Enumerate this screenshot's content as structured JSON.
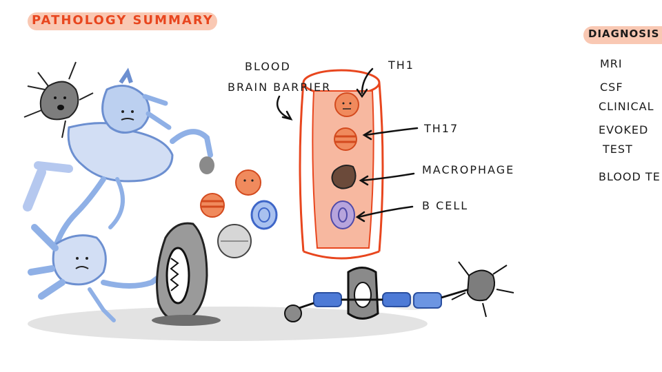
{
  "title": "PATHOLOGY SUMMARY",
  "barrier_label_line1": "BLOOD",
  "barrier_label_line2": "BRAIN BARRIER",
  "cell_labels": {
    "th1": "TH1",
    "th17": "TH17",
    "macrophage": "MACROPHAGE",
    "b_cell": "B CELL"
  },
  "diagnosis": {
    "heading": "DIAGNOSIS",
    "items": [
      "MRI",
      "CSF",
      "CLINICAL",
      "EVOKED",
      "TEST",
      "BLOOD TE"
    ]
  },
  "colors": {
    "title_orange": "#e8461e",
    "highlight": "#f8bea6",
    "neuron_blue": "#8fb0e6",
    "vessel_red": "#e8461e",
    "gray_cell": "#7d7d7d"
  }
}
